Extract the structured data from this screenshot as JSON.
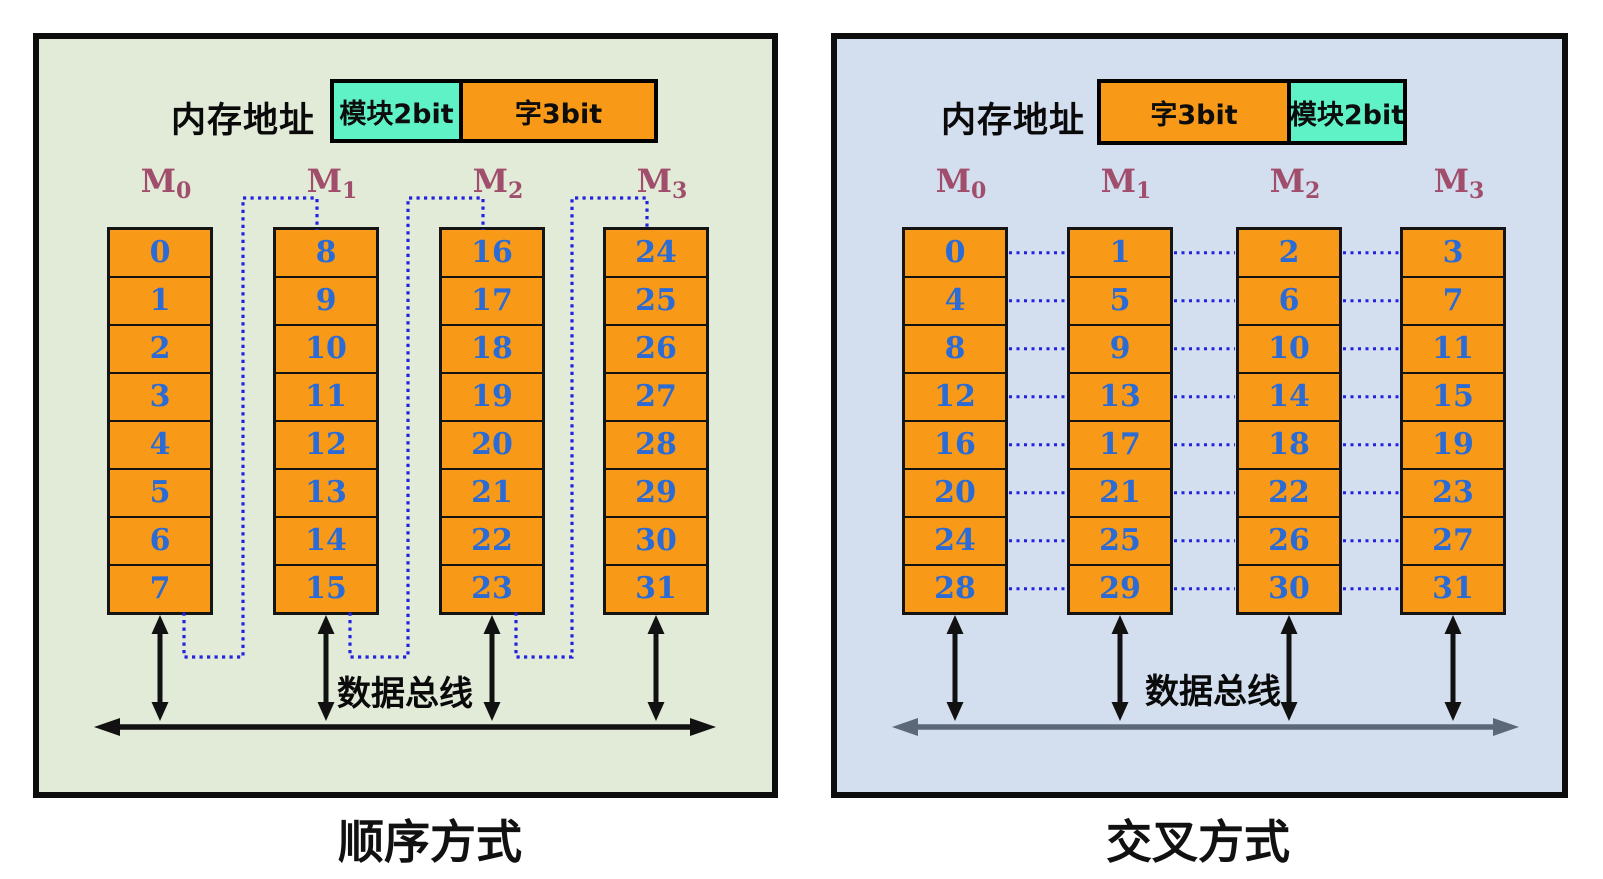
{
  "colors": {
    "panel_left_bg": "#E1EBD8",
    "panel_right_bg": "#D3DEEF",
    "cell_orange": "#F89A18",
    "field_teal": "#5FF2C7",
    "number_blue": "#2B6BD5",
    "module_label": "#A04E6C",
    "dotted_blue": "#2323DF",
    "bus_black": "#111111",
    "bus_gray_right": "#5A6878"
  },
  "panels": [
    {
      "caption": "顺序方式",
      "address_label": "内存地址",
      "address_fields": [
        {
          "label": "模块2bit",
          "color_key": "teal"
        },
        {
          "label": "字3bit",
          "color_key": "orange"
        }
      ],
      "bus_label": "数据总线",
      "modules": [
        {
          "label": "M",
          "subscript": "0",
          "cells": [
            "0",
            "1",
            "2",
            "3",
            "4",
            "5",
            "6",
            "7"
          ]
        },
        {
          "label": "M",
          "subscript": "1",
          "cells": [
            "8",
            "9",
            "10",
            "11",
            "12",
            "13",
            "14",
            "15"
          ]
        },
        {
          "label": "M",
          "subscript": "2",
          "cells": [
            "16",
            "17",
            "18",
            "19",
            "20",
            "21",
            "22",
            "23"
          ]
        },
        {
          "label": "M",
          "subscript": "3",
          "cells": [
            "24",
            "25",
            "26",
            "27",
            "28",
            "29",
            "30",
            "31"
          ]
        }
      ]
    },
    {
      "caption": "交叉方式",
      "address_label": "内存地址",
      "address_fields": [
        {
          "label": "字3bit",
          "color_key": "orange"
        },
        {
          "label": "模块2bit",
          "color_key": "teal"
        }
      ],
      "bus_label": "数据总线",
      "modules": [
        {
          "label": "M",
          "subscript": "0",
          "cells": [
            "0",
            "4",
            "8",
            "12",
            "16",
            "20",
            "24",
            "28"
          ]
        },
        {
          "label": "M",
          "subscript": "1",
          "cells": [
            "1",
            "5",
            "9",
            "13",
            "17",
            "21",
            "25",
            "29"
          ]
        },
        {
          "label": "M",
          "subscript": "2",
          "cells": [
            "2",
            "6",
            "10",
            "14",
            "18",
            "22",
            "26",
            "30"
          ]
        },
        {
          "label": "M",
          "subscript": "3",
          "cells": [
            "3",
            "7",
            "11",
            "15",
            "19",
            "23",
            "27",
            "31"
          ]
        }
      ]
    }
  ]
}
